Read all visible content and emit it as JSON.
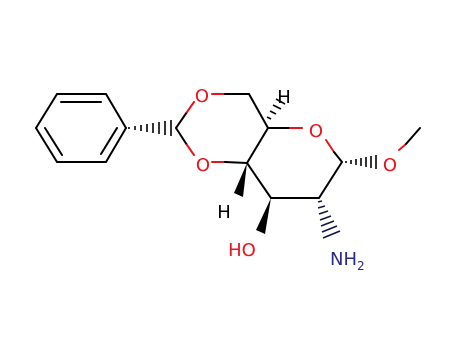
{
  "molecule": {
    "atoms": {
      "ring_oxygen_upper": {
        "label": "O",
        "color": "#e8141e"
      },
      "ring_oxygen_lower": {
        "label": "O",
        "color": "#e8141e"
      },
      "pyranose_oxygen": {
        "label": "O",
        "color": "#e8141e"
      },
      "methoxy_oxygen": {
        "label": "O",
        "color": "#e8141e"
      },
      "hydroxyl": {
        "label": "HO",
        "color": "#e8141e"
      },
      "amino": {
        "label": "NH",
        "subscript": "2",
        "color": "#2a2a8a"
      },
      "hydrogen_upper": {
        "label": "H",
        "color": "#000000"
      },
      "hydrogen_lower": {
        "label": "H",
        "color": "#000000"
      }
    },
    "colors": {
      "bond": "#000000",
      "oxygen": "#e8141e",
      "nitrogen": "#2a2a8a"
    }
  }
}
